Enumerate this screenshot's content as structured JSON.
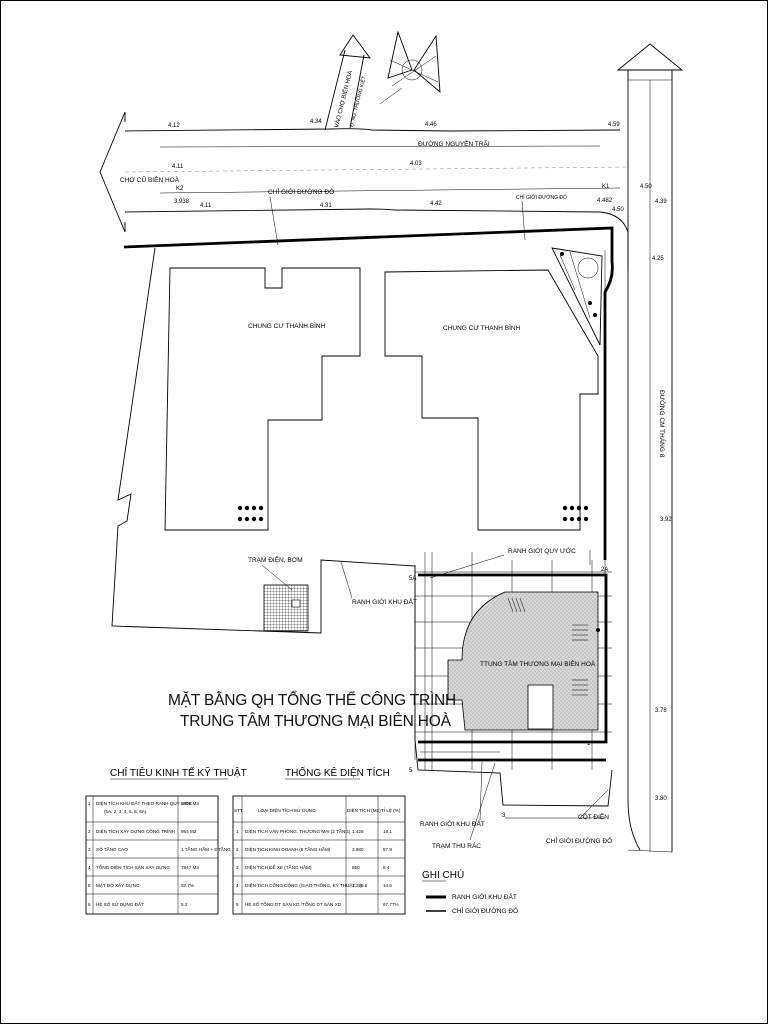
{
  "title": {
    "line1": "MẶT BẰNG QH TỔNG THỂ CÔNG TRÌNH",
    "line2": "TRUNG TÂM THƯƠNG MẠI BIÊN HOÀ"
  },
  "roads": {
    "nguyen_trai": "ĐƯỜNG NGUYỄN TRÃI",
    "cmt8": "ĐƯỜNG CM THÁNG 8",
    "cho_bien_hoa": "CHỢ CŨ BIÊN HOÀ",
    "to_market": "VÀO CHỢ BIÊN HOÀ",
    "thuong_kiet": "Đ. NG. THƯỜNG KIỆT"
  },
  "buildings": {
    "left": "CHUNG CƯ THANH BÌNH",
    "right": "CHUNG CƯ THANH BÌNH",
    "mall": "TTUNG TÂM THƯƠNG MẠI BIÊN HOÀ"
  },
  "annotations": {
    "chi_gioi_duong_do": "CHỈ GIỚI ĐƯỜNG ĐỎ",
    "chi_gioi_duong_do_small": "CHỈ GIỚI ĐƯỜNG ĐỎ",
    "ranh_gioi_quy_uoc": "RANH GIỚI QUY ƯỚC",
    "ranh_gioi_khu_dat_1": "RANH GIỚI KHU ĐẤT",
    "ranh_gioi_khu_dat_2": "RANH GIỚI KHU ĐẤT",
    "tram_dien_bom": "TRẠM ĐIỆN, BƠM",
    "tram_thu_rac": "TRẠM THU RÁC",
    "cot_dien": "CỘT ĐIỆN",
    "chi_gioi_duong_do_2": "CHỈ GIỚI ĐƯỜNG ĐỎ"
  },
  "elevations": {
    "e412": "4.12",
    "e434": "4.34",
    "e446": "4.46",
    "e459": "4.59",
    "e411a": "4.11",
    "e403": "4.03",
    "e411b": "4.11",
    "e431": "4.31",
    "e442": "4.42",
    "e450": "4.50",
    "e439": "4.39",
    "e425": "4.25",
    "e392": "3.92",
    "e378": "3.78",
    "e380": "3.80",
    "k2": "K2",
    "k2v": "3.938",
    "k1": "K1",
    "k1v": "4.482",
    "e450b": "4.50"
  },
  "points": {
    "p5a": "5A",
    "p2a": "2A",
    "p5": "5",
    "p3": "3",
    "p1": "1"
  },
  "table1": {
    "heading": "CHỈ TIÊU KINH TẾ KỸ THUẬT",
    "rows": [
      {
        "no": "1",
        "name": "DIỆN TÍCH KHU ĐẤT THEO RANH QUY ƯỚC",
        "name2": "(5A, 2, 3, 4, 5, 6, 6A)",
        "value": "1808 M2"
      },
      {
        "no": "2",
        "name": "DIỆN TÍCH XÂY DỰNG CÔNG TRÌNH",
        "name2": "",
        "value": "954 M2"
      },
      {
        "no": "3",
        "name": "SỐ TẦNG CAO",
        "name2": "",
        "value": "1 TẦNG HẦM + 8 TẦNG"
      },
      {
        "no": "4",
        "name": "TỔNG DIỆN TÍCH SÀN XÂY DỰNG",
        "name2": "",
        "value": "7847 M2"
      },
      {
        "no": "5",
        "name": "MẬT ĐỘ XÂY DỰNG",
        "name2": "",
        "value": "52.7%"
      },
      {
        "no": "6",
        "name": "HỆ SỐ SỬ DỤNG ĐẤT",
        "name2": "",
        "value": "5.2"
      }
    ]
  },
  "table2": {
    "heading": "THỐNG KÊ DIỆN TÍCH",
    "header": {
      "no": "STT",
      "name": "LOẠI DIỆN TÍCH SỬ DỤNG",
      "area": "DIỆN TÍCH (M2)",
      "pct": "TỈ LỆ (%)"
    },
    "rows": [
      {
        "no": "1",
        "name": "DIỆN TÍCH VĂN PHÒNG, THƯƠNG MẠI (2 TẦNG)",
        "area": "1.425",
        "pct": "18.1"
      },
      {
        "no": "2",
        "name": "DIỆN TÍCH KINH DOANH (6 TẦNG HẦM)",
        "area": "3.880",
        "pct": "57.9"
      },
      {
        "no": "3",
        "name": "DIỆN TÍCH ĐỂ XE (TẦNG HẦM)",
        "area": "850",
        "pct": "8.4"
      },
      {
        "no": "4",
        "name": "DIỆN TÍCH CÔNG CỘNG (GIAO THÔNG, KỸ THUẬT ...)",
        "area": "1.296.5",
        "pct": "14.6"
      },
      {
        "no": "5",
        "name": "HỆ SỐ TỔNG DT SÀN KD /TỔNG DT SÀN XD",
        "area": "",
        "pct": "67.77%"
      }
    ]
  },
  "legend": {
    "heading": "GHI CHÚ",
    "items": [
      {
        "label": "RANH GIỚI KHU ĐẤT"
      },
      {
        "label": "CHỈ GIỚI ĐƯỜNG ĐỎ"
      }
    ]
  }
}
